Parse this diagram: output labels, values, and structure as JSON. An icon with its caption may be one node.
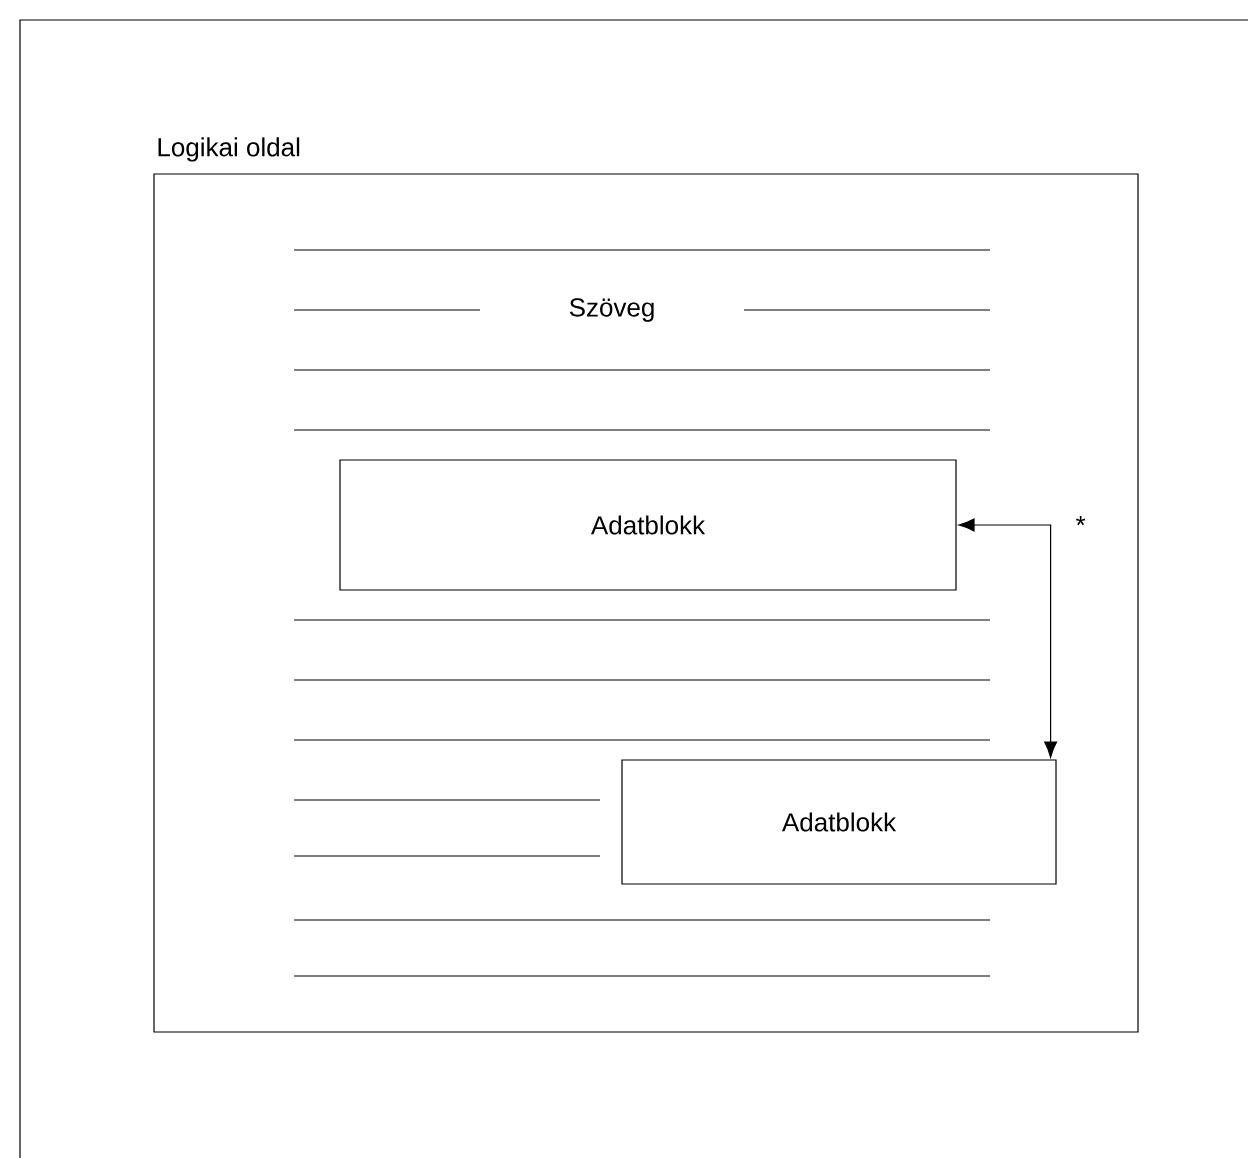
{
  "diagram": {
    "nodes": [
      {
        "text": [
          "Logikai oldal"
        ]
      },
      {
        "text": [
          "Adatblokk"
        ],
        "in": 0
      },
      {
        "text": [
          "Adatblokk"
        ],
        "in": 0
      }
    ],
    "edges": [
      {
        "from": 1,
        "to": 2,
        "arrow": "both",
        "label": "*"
      }
    ],
    "labels": [
      "Szöveg"
    ]
  }
}
